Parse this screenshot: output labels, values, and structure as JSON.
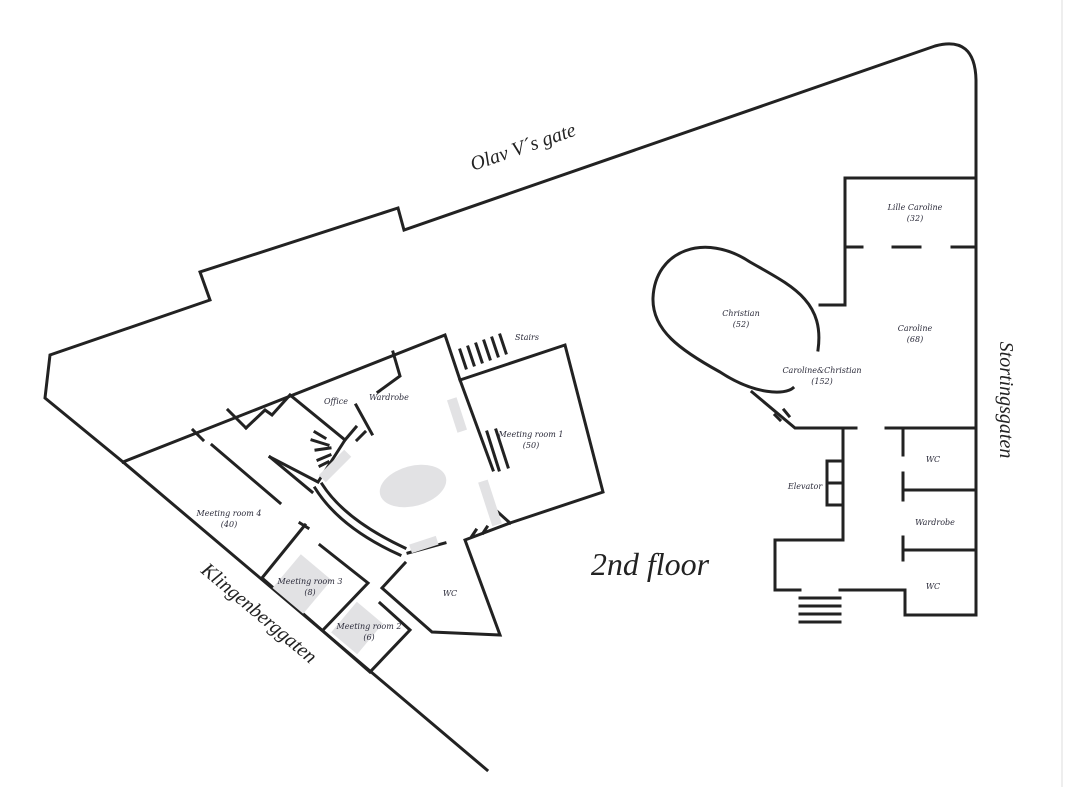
{
  "title": "2nd floor",
  "streets": {
    "north": "Olav V´s gate",
    "east": "Stortingsgaten",
    "southwest": "Klingenberggaten"
  },
  "rooms": [
    {
      "name": "Stairs",
      "capacity": ""
    },
    {
      "name": "Office",
      "capacity": ""
    },
    {
      "name": "Wardrobe",
      "capacity": ""
    },
    {
      "name": "Meeting room 1",
      "capacity": "(50)"
    },
    {
      "name": "Meeting room 4",
      "capacity": "(40)"
    },
    {
      "name": "Meeting room 3",
      "capacity": "(8)"
    },
    {
      "name": "Meeting room 2",
      "capacity": "(6)"
    },
    {
      "name": "WC",
      "capacity": ""
    },
    {
      "name": "Lille Caroline",
      "capacity": "(32)"
    },
    {
      "name": "Christian",
      "capacity": "(52)"
    },
    {
      "name": "Caroline",
      "capacity": "(68)"
    },
    {
      "name": "Caroline&Christian",
      "capacity": "(152)"
    },
    {
      "name": "Elevator",
      "capacity": ""
    },
    {
      "name": "WC",
      "capacity": ""
    },
    {
      "name": "Wardrobe",
      "capacity": ""
    },
    {
      "name": "WC",
      "capacity": ""
    }
  ]
}
